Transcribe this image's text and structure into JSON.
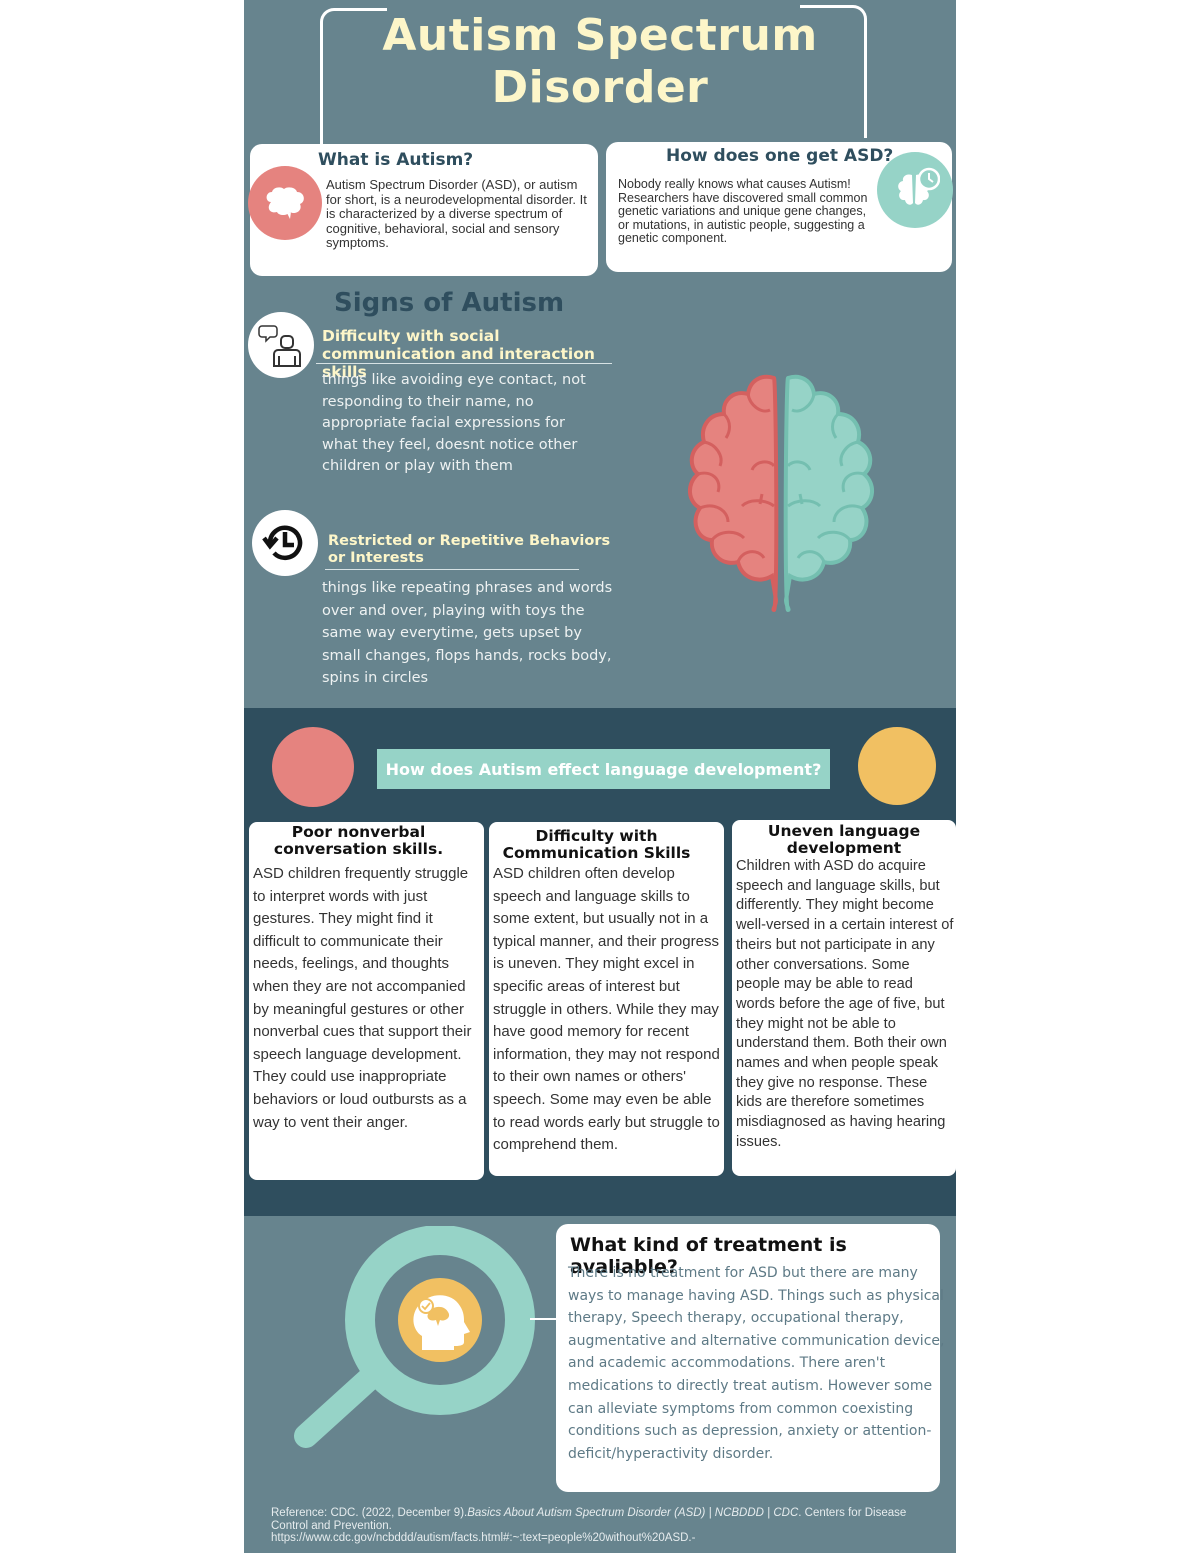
{
  "title": {
    "line1": "Autism Spectrum",
    "line2": "Disorder"
  },
  "colors": {
    "background": "#67848e",
    "dark_band": "#2f4e5e",
    "title_yellow": "#fdf6c9",
    "coral": "#e5837f",
    "mint": "#96d3c7",
    "gold": "#f1c062"
  },
  "what_is_autism": {
    "heading": "What is Autism?",
    "icon": "brain-icon",
    "body": "Autism Spectrum Disorder (ASD), or autism for short, is a neurodevelopmental disorder. It is characterized by a diverse spectrum of cognitive, behavioral, social and sensory symptoms."
  },
  "how_get_asd": {
    "heading": "How does one get ASD?",
    "icon": "brain-clock-icon",
    "body": "Nobody really knows what causes Autism! Researchers have discovered small common genetic variations and unique gene changes, or mutations, in autistic people, suggesting a genetic component."
  },
  "signs": {
    "heading": "Signs of Autism",
    "items": [
      {
        "icon": "person-speech-icon",
        "title": "Difficulty with social communication and interaction skills",
        "body": "things like avoiding eye contact, not responding to their name, no appropriate facial expressions for what they feel, doesnt notice other children or play with them"
      },
      {
        "icon": "history-clock-icon",
        "title": "Restricted or Repetitive Behaviors or Interests",
        "body": "things like repeating phrases and words over and over, playing with toys the same way everytime, gets upset by small changes, flops hands, rocks body, spins in circles"
      }
    ],
    "illustration": "two-color-brain-icon"
  },
  "language": {
    "banner": "How does Autism effect language development?",
    "cards": [
      {
        "title": "Poor nonverbal conversation skills.",
        "body": "ASD children frequently struggle to interpret words with just gestures. They might find it difficult to communicate their needs, feelings, and thoughts when they are not accompanied by meaningful gestures or other nonverbal cues that support their speech language development. They could use inappropriate behaviors or loud outbursts as a way to vent their anger."
      },
      {
        "title": "Difficulty with Communication Skills",
        "body": "ASD children often develop speech and language skills to some extent, but usually not in a typical manner, and their progress is uneven. They might excel in specific areas of interest but struggle in others. While they may have good memory for recent information, they may not respond to their own names or others' speech. Some may even be able to read words early but struggle to comprehend them."
      },
      {
        "title": "Uneven language development",
        "body": "Children with ASD do acquire speech and language skills, but differently. They might become well-versed in a certain interest of theirs but not participate in any other conversations. Some people may be able to read words before the age of five, but they might not be able to understand them. Both their own names and when people speak they give no response. These kids are therefore sometimes misdiagnosed as having hearing issues."
      }
    ]
  },
  "treatment": {
    "heading": "What kind of treatment is avaliable?",
    "icon": "magnifier-head-icon",
    "body": "There is no treatment for ASD but there are many ways to manage having ASD. Things  such as physical therapy, Speech therapy, occupational therapy, augmentative and alternative communication device, and academic accommodations. There aren't medications to directly treat autism. However some can alleviate symptoms from common coexisting conditions such as depression, anxiety or attention-deficit/hyperactivity disorder."
  },
  "reference": {
    "prefix": "Reference: CDC. (2022, December 9).",
    "italic": "Basics About Autism Spectrum Disorder (ASD) | NCBDDD | CDC",
    "suffix": ". Centers for Disease Control and Prevention.",
    "url": "https://www.cdc.gov/ncbddd/autism/facts.html#:~:text=people%20without%20ASD.-"
  }
}
